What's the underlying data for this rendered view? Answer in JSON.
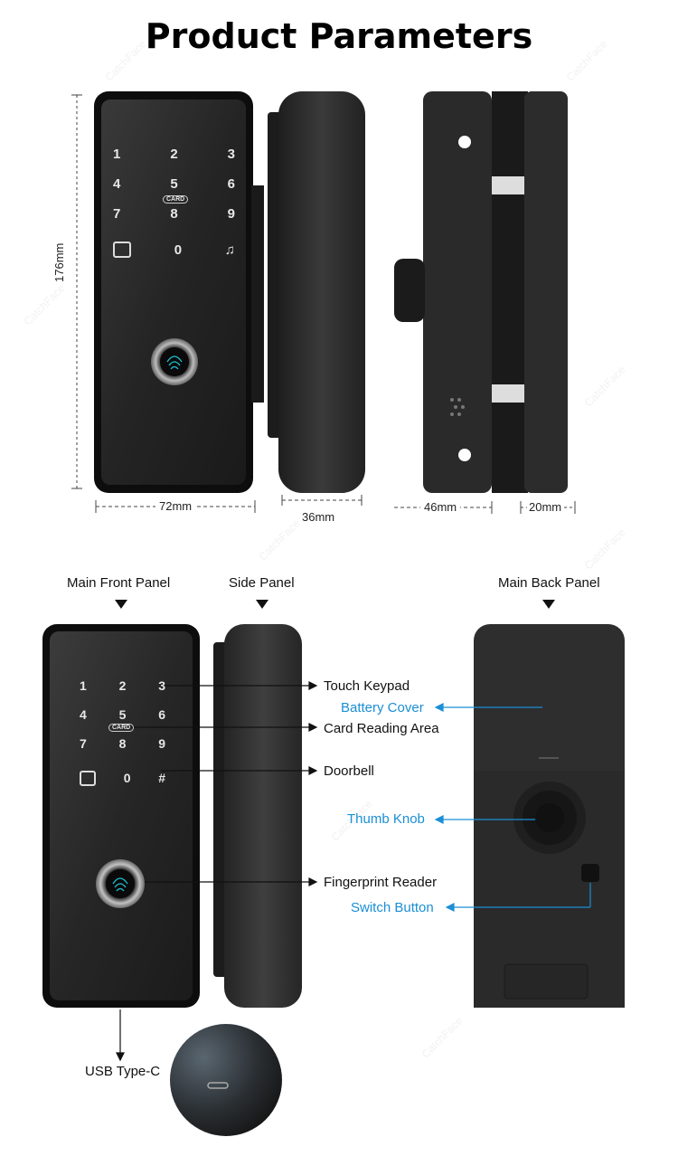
{
  "title": "Product Parameters",
  "dimensions": {
    "height": "176mm",
    "front_width": "72mm",
    "side_width": "36mm",
    "depth": "46mm",
    "glass_gap": "20mm"
  },
  "keypad_top": {
    "rows": [
      [
        "1",
        "2",
        "3"
      ],
      [
        "4",
        "5",
        "6"
      ],
      [
        "7",
        "8",
        "9"
      ]
    ],
    "card": "CARD",
    "zero": "0"
  },
  "keypad_bottom": {
    "rows": [
      [
        "1",
        "2",
        "3"
      ],
      [
        "4",
        "5",
        "6"
      ],
      [
        "7",
        "8",
        "9"
      ]
    ],
    "card": "CARD",
    "zero": "0",
    "hash": "#"
  },
  "panels": {
    "front": "Main Front Panel",
    "side": "Side Panel",
    "back": "Main Back Panel"
  },
  "callouts": {
    "touch_keypad": "Touch Keypad",
    "battery_cover": "Battery Cover",
    "card_reading_area": "Card Reading Area",
    "doorbell": "Doorbell",
    "thumb_knob": "Thumb Knob",
    "fingerprint_reader": "Fingerprint Reader",
    "switch_button": "Switch Button",
    "usb": "USB Type-C"
  },
  "colors": {
    "callout_blue": "#1a8fd6",
    "device_body": "#2b2b2b"
  }
}
